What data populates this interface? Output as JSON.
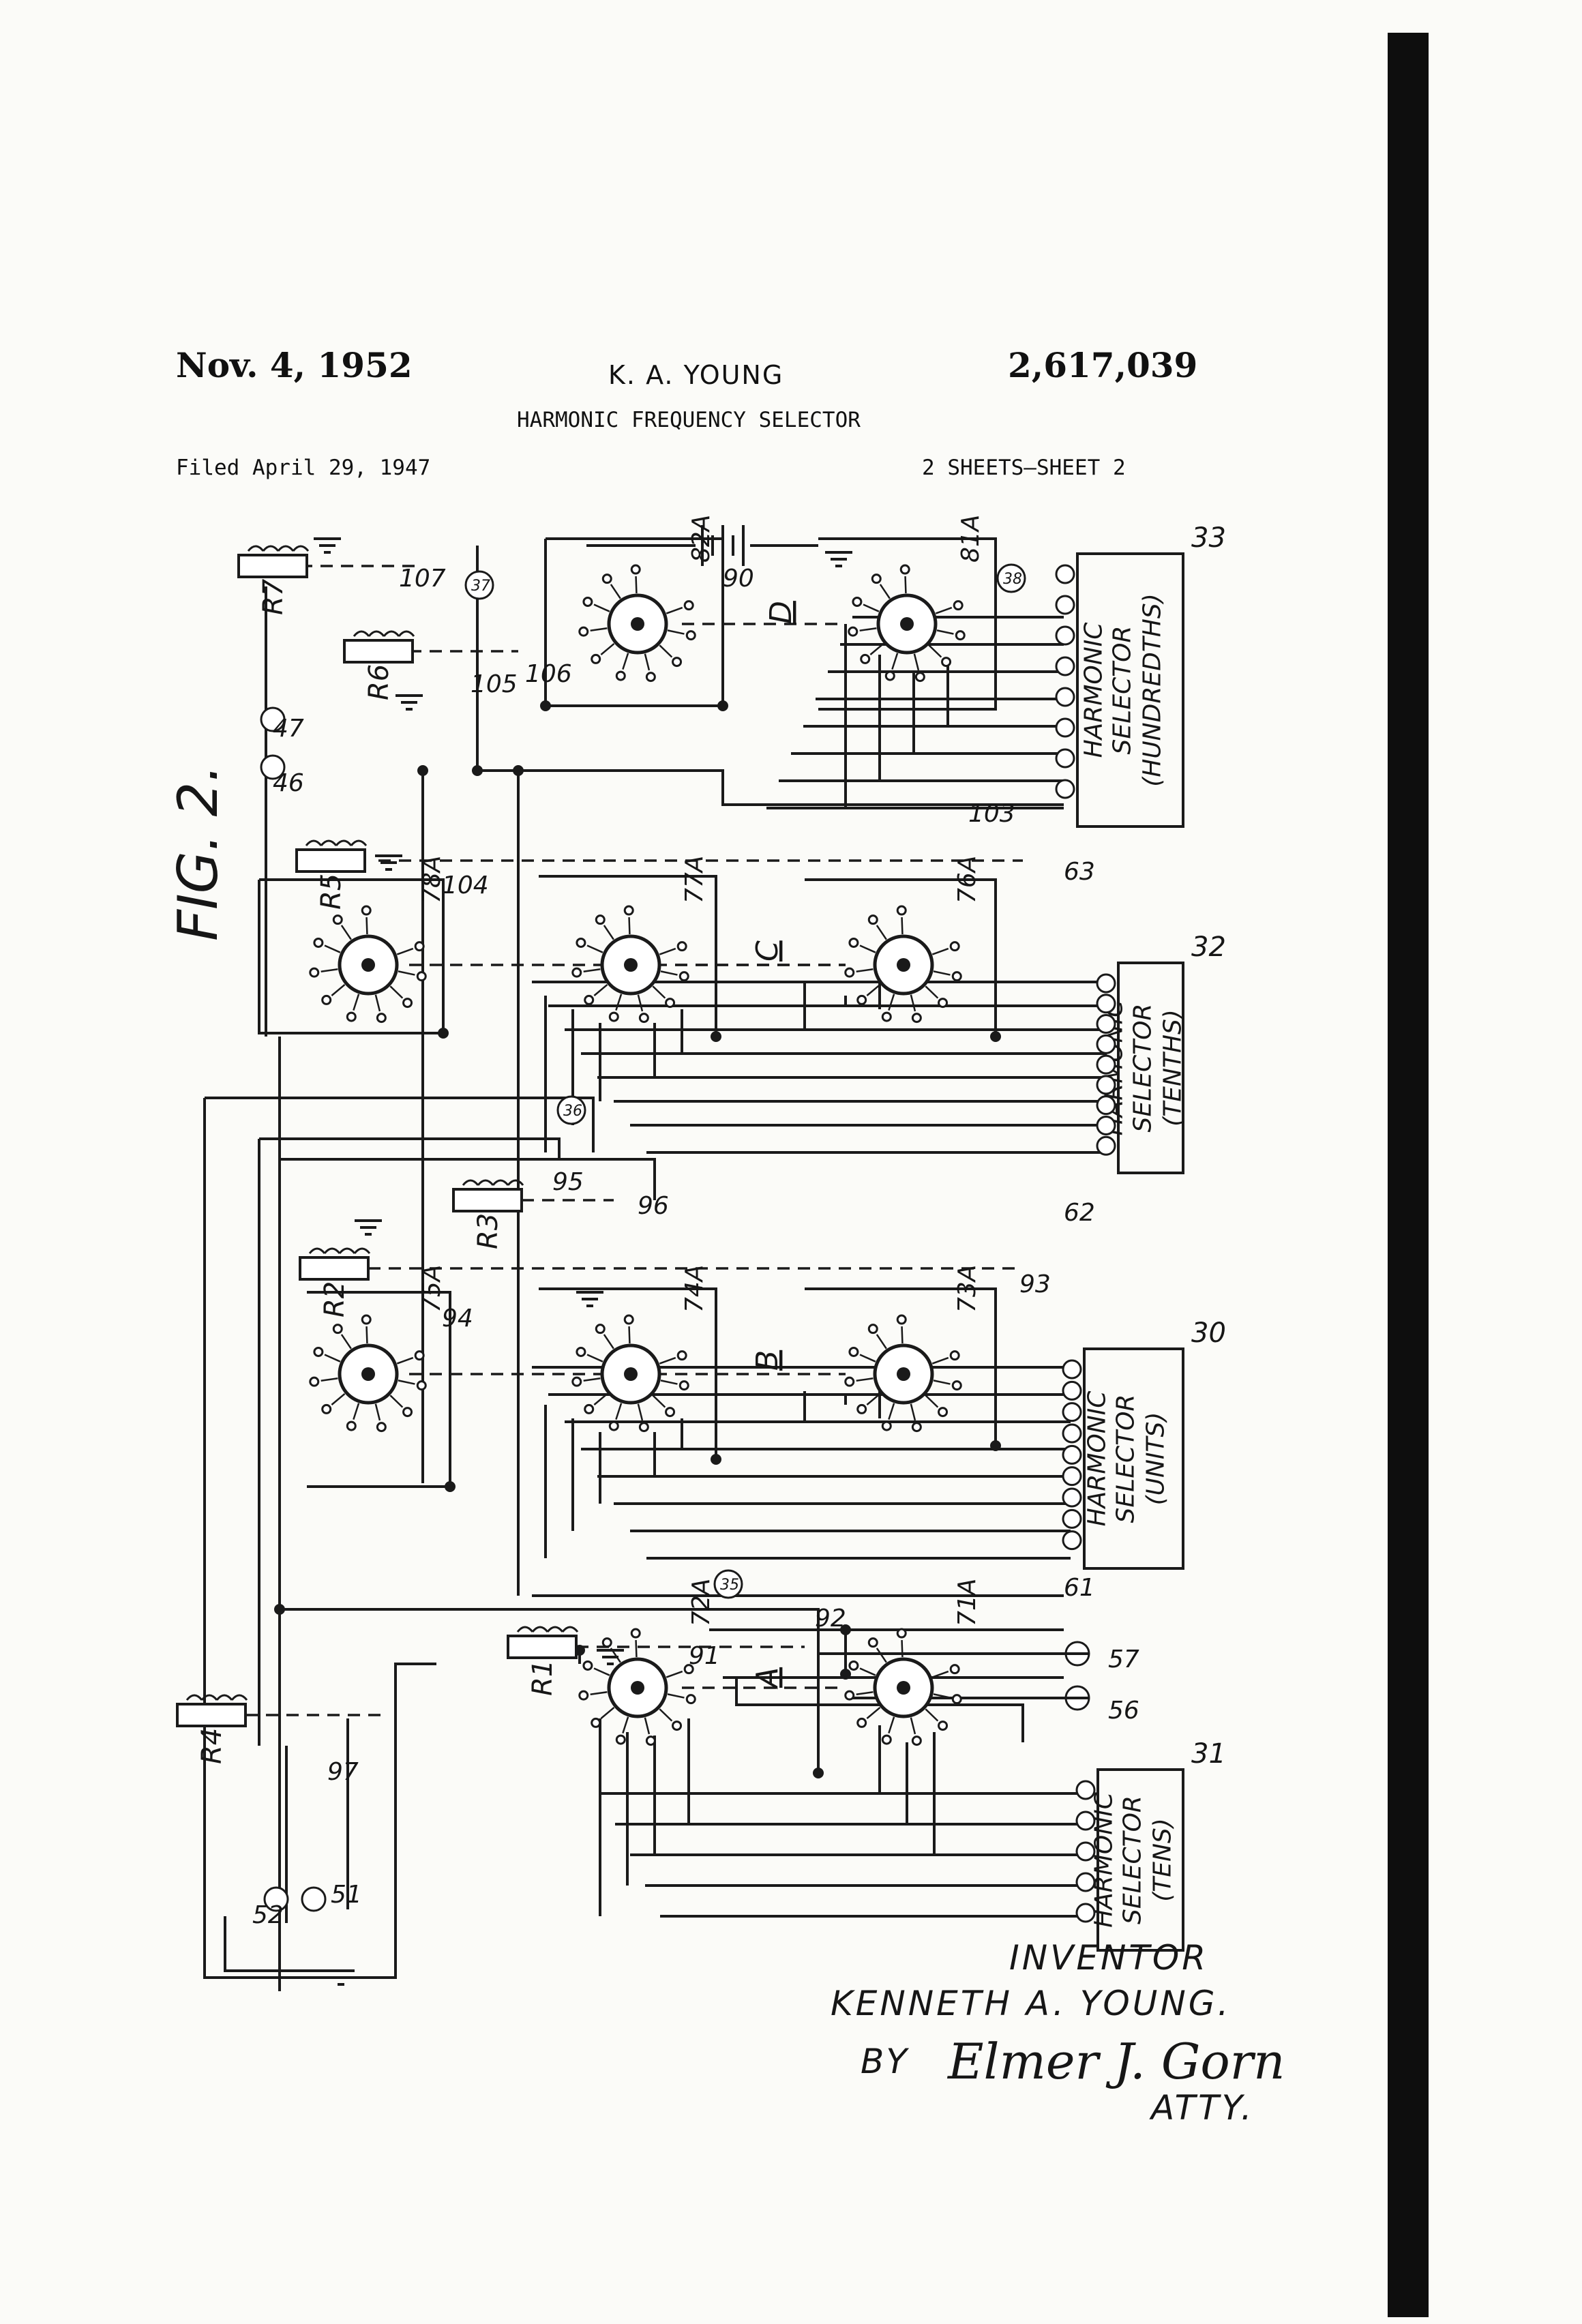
{
  "header": {
    "date": "Nov. 4, 1952",
    "inventor_name": "K. A. YOUNG",
    "patent_number": "2,617,039",
    "title": "HARMONIC FREQUENCY SELECTOR",
    "filed": "Filed April 29, 1947",
    "sheets": "2 SHEETS—SHEET 2"
  },
  "figure": {
    "label": "FIG. 2."
  },
  "selectors": [
    {
      "id": "33",
      "line1": "HARMONIC",
      "line2": "SELECTOR",
      "line3": "(HUNDREDTHS)"
    },
    {
      "id": "32",
      "line1": "HARMONIC",
      "line2": "SELECTOR",
      "line3": "(TENTHS)"
    },
    {
      "id": "30",
      "line1": "HARMONIC",
      "line2": "SELECTOR",
      "line3": "(UNITS)"
    },
    {
      "id": "31",
      "line1": "HARMONIC",
      "line2": "SELECTOR",
      "line3": "(TENS)"
    }
  ],
  "switches": [
    "82A",
    "81A",
    "78A",
    "77A",
    "76A",
    "75A",
    "74A",
    "73A",
    "72A",
    "71A"
  ],
  "relays": [
    "R7",
    "R6",
    "R5",
    "R3",
    "R2",
    "R1",
    "R4"
  ],
  "refs": [
    "107",
    "105",
    "106",
    "103",
    "104",
    "95",
    "96",
    "93",
    "94",
    "91",
    "92",
    "97",
    "90",
    "63",
    "62",
    "61",
    "47",
    "46",
    "57",
    "56",
    "52",
    "51",
    "37",
    "38",
    "36",
    "35"
  ],
  "section_labels": [
    "D",
    "C",
    "B",
    "A"
  ],
  "signature": {
    "inventor_label": "INVENTOR",
    "inventor_full": "KENNETH A. YOUNG.",
    "by": "BY",
    "attorney_sig": "Elmer J. Gorn",
    "atty": "ATTY."
  }
}
